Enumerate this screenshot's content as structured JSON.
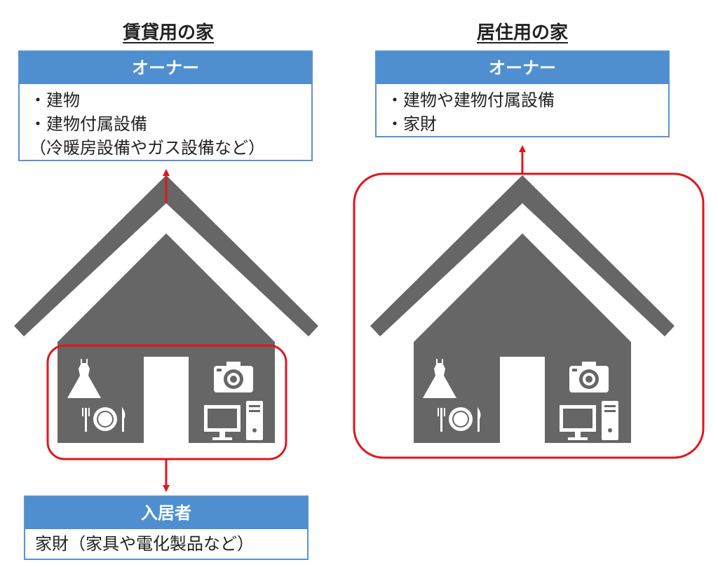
{
  "rental": {
    "title": "賃貸用の家",
    "owner_box": {
      "header": "オーナー",
      "items": [
        "・建物",
        "・建物付属設備",
        "（冷暖房設備やガス設備など）"
      ]
    },
    "tenant_box": {
      "header": "入居者",
      "items": [
        "家財（家具や電化製品など）"
      ]
    }
  },
  "residential": {
    "title": "居住用の家",
    "owner_box": {
      "header": "オーナー",
      "items": [
        "・建物や建物付属設備",
        "・家財"
      ]
    }
  },
  "colors": {
    "header_blue": "#4f8fd0",
    "border_blue": "#5b93cf",
    "house_gray": "#666666",
    "highlight_red": "#e0161b"
  },
  "icons": [
    "dress-icon",
    "dishes-icon",
    "camera-icon",
    "computer-icon"
  ]
}
